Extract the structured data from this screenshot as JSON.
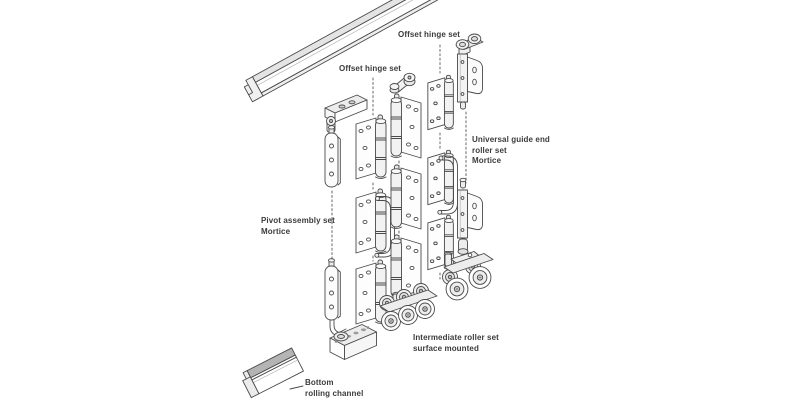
{
  "diagram": {
    "title": "Folding sliding door hardware exploded diagram",
    "background": "#ffffff",
    "colors": {
      "line": "#4a4a4a",
      "dash_line": "#555555",
      "label_text": "#3b3b3b",
      "fill_white": "#ffffff",
      "fill_light": "#f1f1f1",
      "fill_mid": "#e4e4e4",
      "channel_top_dark": "#b4b4b4"
    },
    "labels": {
      "offset_hinge_set_top": "Offset hinge set",
      "offset_hinge_set_mid": "Offset hinge set",
      "universal_guide_roller": "Universal guide end\nroller set\nMortice",
      "pivot_assembly": "Pivot assembly set\nMortice",
      "intermediate_roller": "Intermediate roller set\nsurface mounted",
      "bottom_channel": "Bottom\nrolling channel"
    },
    "parts": [
      {
        "name": "top-rolling-track"
      },
      {
        "name": "pivot-assembly-set-mortice"
      },
      {
        "name": "offset-hinge-set-left-column"
      },
      {
        "name": "offset-hinge-set-right-column"
      },
      {
        "name": "door-pull-handle-left"
      },
      {
        "name": "door-pull-handle-right"
      },
      {
        "name": "intermediate-roller-set-surface-mounted"
      },
      {
        "name": "universal-guide-end-roller-set-mortice"
      },
      {
        "name": "bottom-rolling-channel"
      },
      {
        "name": "floor-pivot-block"
      }
    ]
  }
}
